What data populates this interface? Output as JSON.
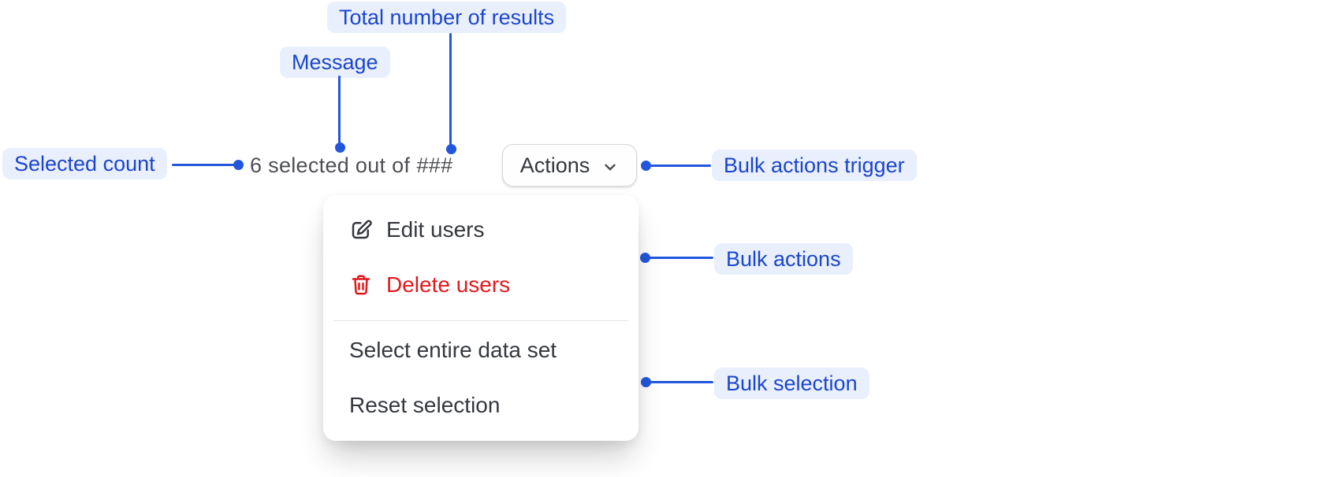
{
  "annotations": {
    "total_results": "Total number of results",
    "message": "Message",
    "selected_count": "Selected count",
    "bulk_actions_trigger": "Bulk actions trigger",
    "bulk_actions": "Bulk actions",
    "bulk_selection": "Bulk selection"
  },
  "selection_summary": {
    "selected_count": "6",
    "message": "selected out of",
    "total_placeholder": "###"
  },
  "actions_button": {
    "label": "Actions",
    "icon": "chevron-down-icon"
  },
  "bulk_actions_menu": {
    "items": [
      {
        "label": "Edit users",
        "icon": "edit-icon",
        "variant": "default",
        "group": "bulk-actions"
      },
      {
        "label": "Delete users",
        "icon": "trash-icon",
        "variant": "danger",
        "group": "bulk-actions"
      },
      {
        "label": "Select entire data set",
        "icon": null,
        "variant": "default",
        "group": "bulk-selection"
      },
      {
        "label": "Reset selection",
        "icon": null,
        "variant": "default",
        "group": "bulk-selection"
      }
    ]
  },
  "colors": {
    "annotation_text": "#1b46cb",
    "annotation_bg": "#e9effd",
    "connector": "#2257dd",
    "menu_text": "#34383e",
    "danger": "#e2191c",
    "muted_text": "#4d4f54",
    "button_border": "#d5d5db",
    "divider": "#e3e3e6",
    "surface": "#ffffff"
  }
}
